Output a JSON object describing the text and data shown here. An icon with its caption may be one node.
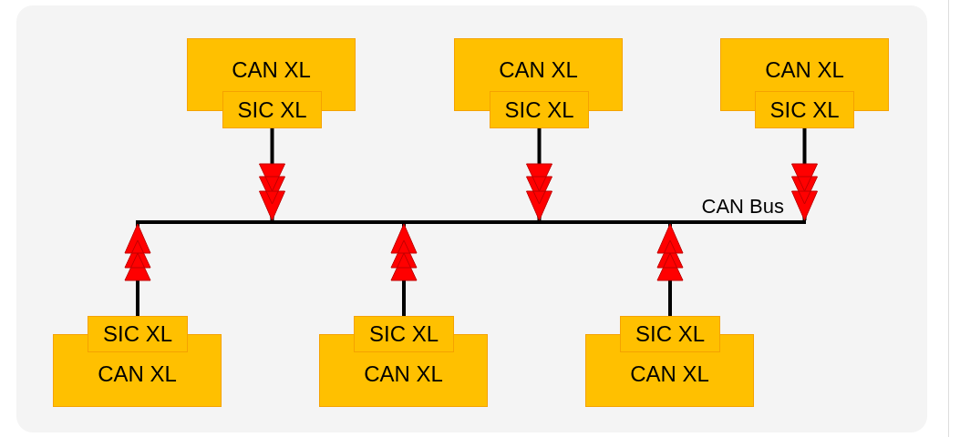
{
  "diagram": {
    "nodes": [
      {
        "text": [
          "CAN XL"
        ]
      },
      {
        "text": [
          "SIC XL"
        ]
      },
      {
        "text": [
          "CAN XL"
        ]
      },
      {
        "text": [
          "SIC XL"
        ]
      },
      {
        "text": [
          "CAN XL"
        ]
      },
      {
        "text": [
          "SIC XL"
        ]
      },
      {
        "text": [],
        "shape": "bar",
        "beside": [
          "CAN Bus"
        ]
      },
      {
        "text": [
          "SIC XL"
        ]
      },
      {
        "text": [
          "CAN XL"
        ]
      },
      {
        "text": [
          "SIC XL"
        ]
      },
      {
        "text": [
          "CAN XL"
        ]
      },
      {
        "text": [
          "SIC XL"
        ]
      },
      {
        "text": [
          "CAN XL"
        ]
      }
    ],
    "edges": [
      {
        "from": 1,
        "to": 6,
        "arrow": "to"
      },
      {
        "from": 3,
        "to": 6,
        "arrow": "to"
      },
      {
        "from": 5,
        "to": 6,
        "arrow": "to"
      },
      {
        "from": 7,
        "to": 6,
        "arrow": "to"
      },
      {
        "from": 9,
        "to": 6,
        "arrow": "to"
      },
      {
        "from": 11,
        "to": 6,
        "arrow": "to"
      }
    ]
  }
}
